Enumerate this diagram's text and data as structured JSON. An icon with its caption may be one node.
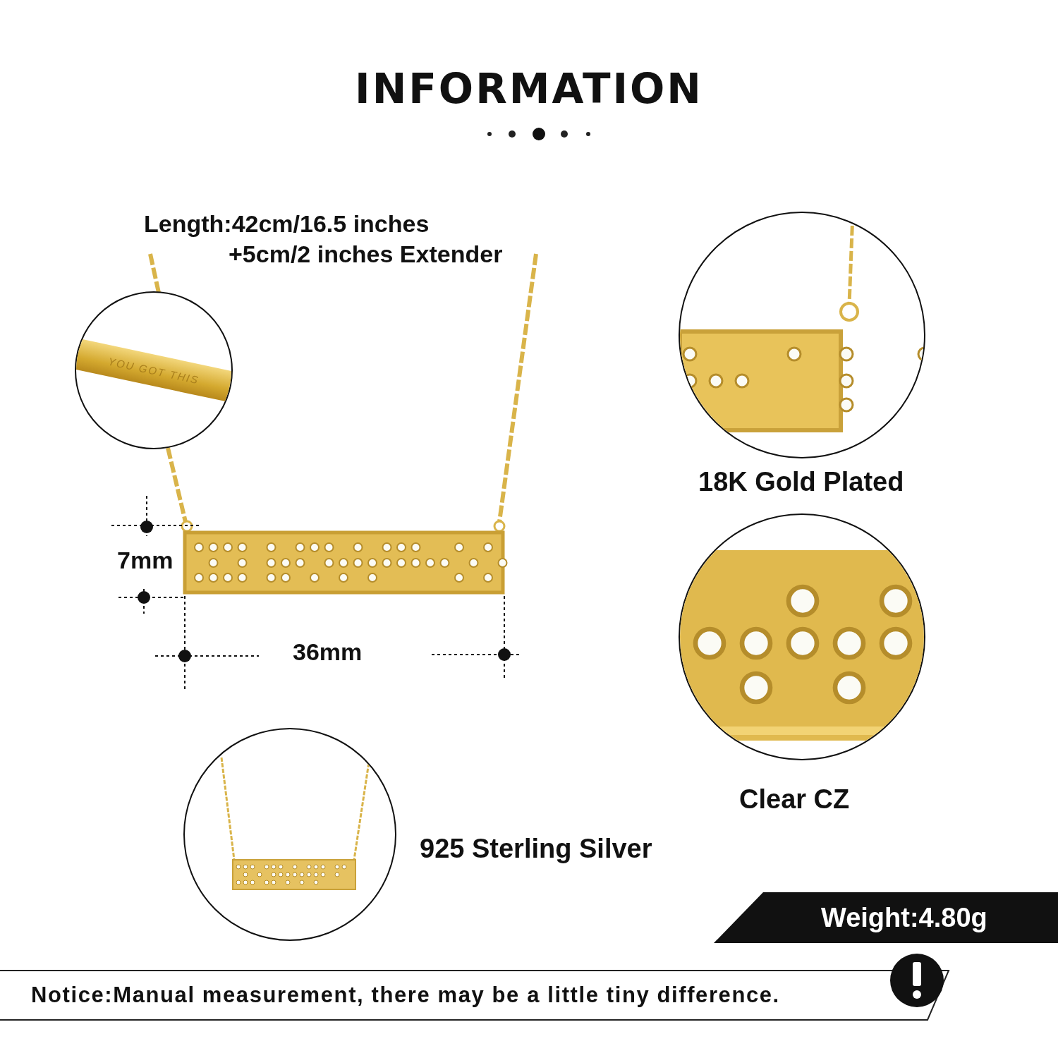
{
  "diagram": {
    "title": "INFORMATION",
    "nodes": [
      {
        "text": [
          "YOU GOT THIS"
        ]
      },
      {
        "text": [],
        "shape": "picture",
        "beside": [
          "18K Gold Plated"
        ]
      },
      {
        "text": [],
        "shape": "picture",
        "beside": [
          "Clear CZ"
        ]
      },
      {
        "text": [],
        "shape": "picture",
        "beside": [
          "925 Sterling Silver"
        ]
      },
      {
        "text": [
          "Weight:4.80g"
        ]
      },
      {
        "text": [
          "Notice:Manual measurement, there may be a little tiny difference."
        ]
      }
    ],
    "labels": [
      "Length:42cm/16.5 inches",
      "+5cm/2 inches Extender",
      "7mm",
      "36mm"
    ]
  }
}
